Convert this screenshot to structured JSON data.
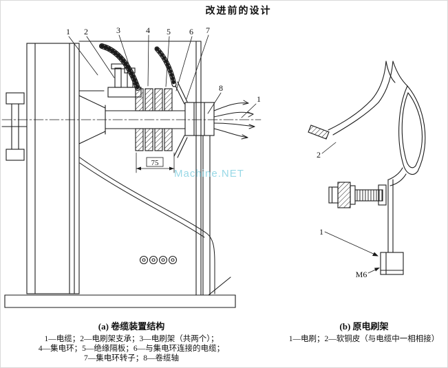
{
  "title": "改进前的设计",
  "watermark": "Machine.NET",
  "figure_a": {
    "caption": "(a)  卷缆装置结构",
    "legend_lines": [
      "1—电缆；2—电刷架支承；3—电刷架（共两个）；",
      "4—集电环；5—绝缘隔板；6—与集电环连接的电缆；",
      "7—集电环转子；8—卷缆轴"
    ],
    "callouts": [
      "1",
      "2",
      "3",
      "4",
      "5",
      "6",
      "7",
      "8"
    ],
    "cable_callout": "1",
    "dimension_75": "75"
  },
  "figure_b": {
    "caption": "(b)  原电刷架",
    "legend_lines": [
      "1—电刷；2—软铜皮（与电缆中一相相接）"
    ],
    "callouts": [
      "1",
      "2"
    ],
    "thread_label": "M6"
  }
}
